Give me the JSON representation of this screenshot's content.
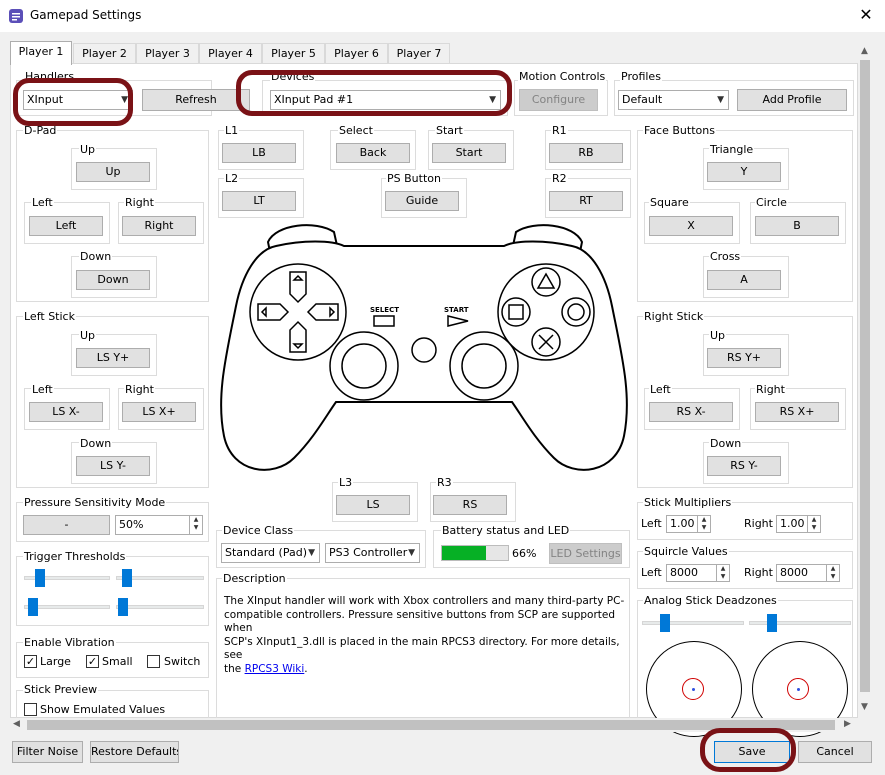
{
  "window": {
    "title": "Gamepad Settings",
    "close_label": "✕"
  },
  "tabs": [
    "Player 1",
    "Player 2",
    "Player 3",
    "Player 4",
    "Player 5",
    "Player 6",
    "Player 7"
  ],
  "handlers": {
    "label": "Handlers",
    "value": "XInput",
    "refresh": "Refresh"
  },
  "devices": {
    "label": "Devices",
    "value": "XInput Pad #1"
  },
  "motion": {
    "label": "Motion Controls",
    "configure": "Configure"
  },
  "profiles": {
    "label": "Profiles",
    "value": "Default",
    "add": "Add Profile"
  },
  "dpad": {
    "label": "D-Pad",
    "up_label": "Up",
    "up": "Up",
    "left_label": "Left",
    "left": "Left",
    "right_label": "Right",
    "right": "Right",
    "down_label": "Down",
    "down": "Down"
  },
  "center": {
    "l1_label": "L1",
    "l1": "LB",
    "select_label": "Select",
    "select": "Back",
    "start_label": "Start",
    "start": "Start",
    "r1_label": "R1",
    "r1": "RB",
    "l2_label": "L2",
    "l2": "LT",
    "ps_label": "PS Button",
    "ps": "Guide",
    "r2_label": "R2",
    "r2": "RT",
    "l3_label": "L3",
    "l3": "LS",
    "r3_label": "R3",
    "r3": "RS",
    "pad_select": "SELECT",
    "pad_start": "START"
  },
  "face": {
    "label": "Face Buttons",
    "triangle_label": "Triangle",
    "triangle": "Y",
    "square_label": "Square",
    "square": "X",
    "circle_label": "Circle",
    "circle": "B",
    "cross_label": "Cross",
    "cross": "A"
  },
  "left_stick": {
    "label": "Left Stick",
    "up_label": "Up",
    "up": "LS Y+",
    "left_label": "Left",
    "left": "LS X-",
    "right_label": "Right",
    "right": "LS X+",
    "down_label": "Down",
    "down": "LS Y-"
  },
  "right_stick": {
    "label": "Right Stick",
    "up_label": "Up",
    "up": "RS Y+",
    "left_label": "Left",
    "left": "RS X-",
    "right_label": "Right",
    "right": "RS X+",
    "down_label": "Down",
    "down": "RS Y-"
  },
  "pressure": {
    "label": "Pressure Sensitivity Mode",
    "button": "-",
    "value": "50%"
  },
  "triggers": {
    "label": "Trigger Thresholds",
    "values": [
      0.15,
      0.08,
      0.05,
      0.02
    ]
  },
  "vibration": {
    "label": "Enable Vibration",
    "large": "Large",
    "small": "Small",
    "switch": "Switch",
    "large_checked": "✓",
    "small_checked": "✓"
  },
  "stick_preview": {
    "label": "Stick Preview",
    "emulated": "Show Emulated Values"
  },
  "device_class": {
    "label": "Device Class",
    "class": "Standard (Pad)",
    "type": "PS3 Controller"
  },
  "battery": {
    "label": "Battery status and LED",
    "percent_text": "66%",
    "percent": 0.66,
    "led": "LED Settings"
  },
  "description": {
    "label": "Description",
    "line1": "The XInput handler will work with Xbox controllers and many third-party PC-",
    "line2": "compatible controllers. Pressure sensitive buttons from SCP are supported when",
    "line3": "SCP's XInput1_3.dll is placed in the main RPCS3 directory. For more details, see",
    "line4_pre": "the ",
    "link": "RPCS3 Wiki",
    "line4_post": "."
  },
  "multipliers": {
    "label": "Stick Multipliers",
    "left_label": "Left",
    "left": "1.00",
    "right_label": "Right",
    "right": "1.00"
  },
  "squircle": {
    "label": "Squircle Values",
    "left_label": "Left",
    "left": "8000",
    "right_label": "Right",
    "right": "8000"
  },
  "deadzones": {
    "label": "Analog Stick Deadzones",
    "left_slider": 0.2,
    "right_slider": 0.2
  },
  "footer": {
    "filter": "Filter Noise",
    "restore": "Restore Defaults",
    "save": "Save",
    "cancel": "Cancel"
  },
  "colors": {
    "accent": "#0078d7",
    "battery": "#06b025",
    "annotation": "#7a1216"
  }
}
